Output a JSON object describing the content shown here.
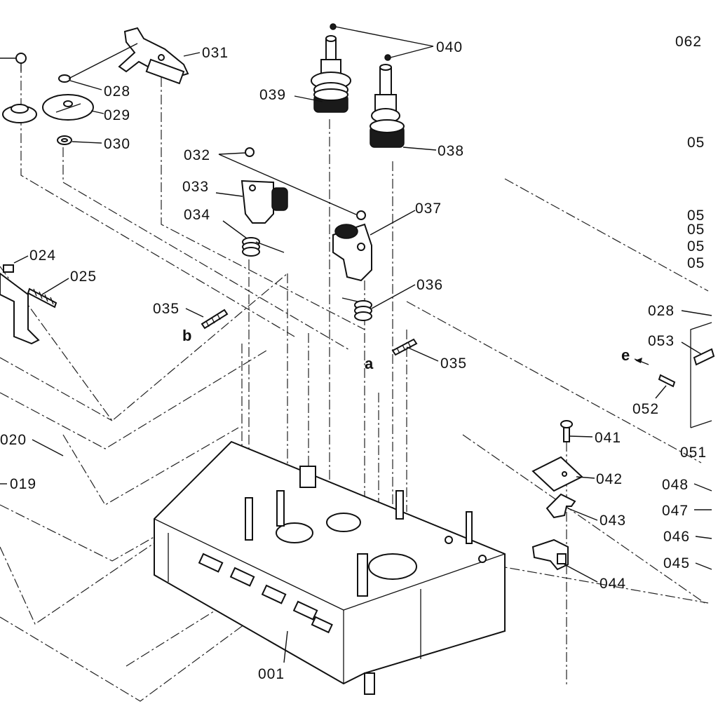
{
  "labels": {
    "p001": "001",
    "p019": "019",
    "p020": "020",
    "p024": "024",
    "p025": "025",
    "p028a": "028",
    "p028b": "028",
    "p029": "029",
    "p030": "030",
    "p031": "031",
    "p032": "032",
    "p033": "033",
    "p034": "034",
    "p035a": "035",
    "p035b": "035",
    "p036": "036",
    "p037": "037",
    "p038": "038",
    "p039": "039",
    "p040": "040",
    "p041": "041",
    "p042": "042",
    "p043": "043",
    "p044": "044",
    "p045": "045",
    "p046": "046",
    "p047": "047",
    "p048": "048",
    "p051a": "051",
    "p051b": "05",
    "p052": "052",
    "p053": "053",
    "p057a": "05",
    "p057b": "05",
    "p057c": "05",
    "p057d": "05",
    "p062": "062"
  },
  "markers": {
    "a": "a",
    "b": "b",
    "e": "e"
  }
}
